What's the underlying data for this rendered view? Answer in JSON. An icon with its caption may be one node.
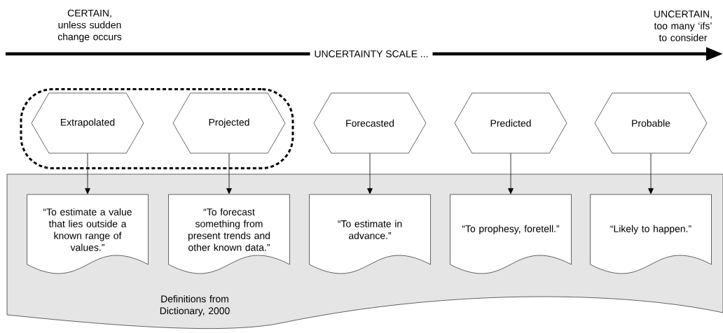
{
  "diagram": {
    "nodes": [
      {
        "text": [],
        "shape": "box"
      },
      {
        "text": [
          "Extrapolated"
        ],
        "in": 0
      },
      {
        "text": [
          "Projected"
        ],
        "in": 0
      },
      {
        "text": [
          "Forecasted"
        ]
      },
      {
        "text": [
          "Predicted"
        ]
      },
      {
        "text": [
          "Probable"
        ]
      },
      {
        "text": [
          "Definitions from Dictionary, 2000"
        ]
      },
      {
        "text": [
          "“To estimate a value that lies outside a known range of values.”"
        ],
        "in": 6
      },
      {
        "text": [
          "“To forecast something from present trends and other known data.”"
        ],
        "in": 6
      },
      {
        "text": [
          "“To estimate in advance.”"
        ],
        "in": 6
      },
      {
        "text": [
          "“To prophesy, foretell.”"
        ],
        "in": 6
      },
      {
        "text": [
          "“Likely to happen.”"
        ],
        "in": 6
      }
    ],
    "edges": [
      {
        "from": 1,
        "to": 7,
        "arrow": "to"
      },
      {
        "from": 2,
        "to": 8,
        "arrow": "to"
      },
      {
        "from": 3,
        "to": 9,
        "arrow": "to"
      },
      {
        "from": 4,
        "to": 10,
        "arrow": "to"
      },
      {
        "from": 5,
        "to": 11,
        "arrow": "to"
      }
    ],
    "labels": [
      "CERTAIN, unless sudden change occurs",
      "UNCERTAIN, too many ‘ifs’ to consider",
      "UNCERTAINTY SCALE ..."
    ]
  }
}
